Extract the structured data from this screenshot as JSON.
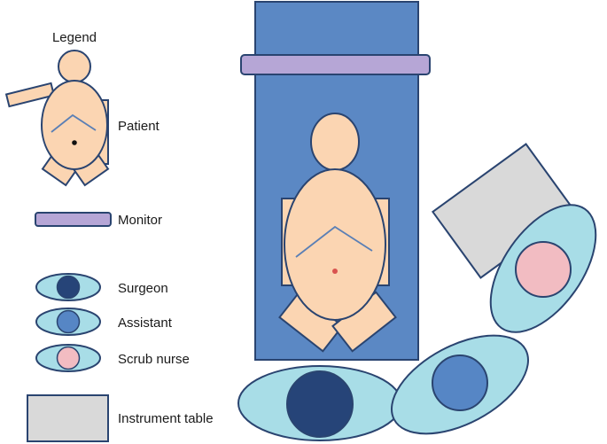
{
  "legend": {
    "title": "Legend",
    "items": {
      "patient": "Patient",
      "monitor": "Monitor",
      "surgeon": "Surgeon",
      "assistant": "Assistant",
      "scrub_nurse": "Scrub nurse",
      "instrument_table": "Instrument table"
    }
  },
  "colors": {
    "operating_table": "#5b88c4",
    "outline": "#2a4470",
    "skin": "#fbd5b2",
    "monitor": "#b6a6d6",
    "staff_oval": "#a8dde7",
    "surgeon": "#264478",
    "assistant": "#5686c5",
    "scrub_nurse": "#f2bcc2",
    "instrument_table": "#d9d9d9",
    "incision": "#5a7fb5",
    "umbilicus_legend": "#111111",
    "umbilicus_main": "#d9534f"
  }
}
